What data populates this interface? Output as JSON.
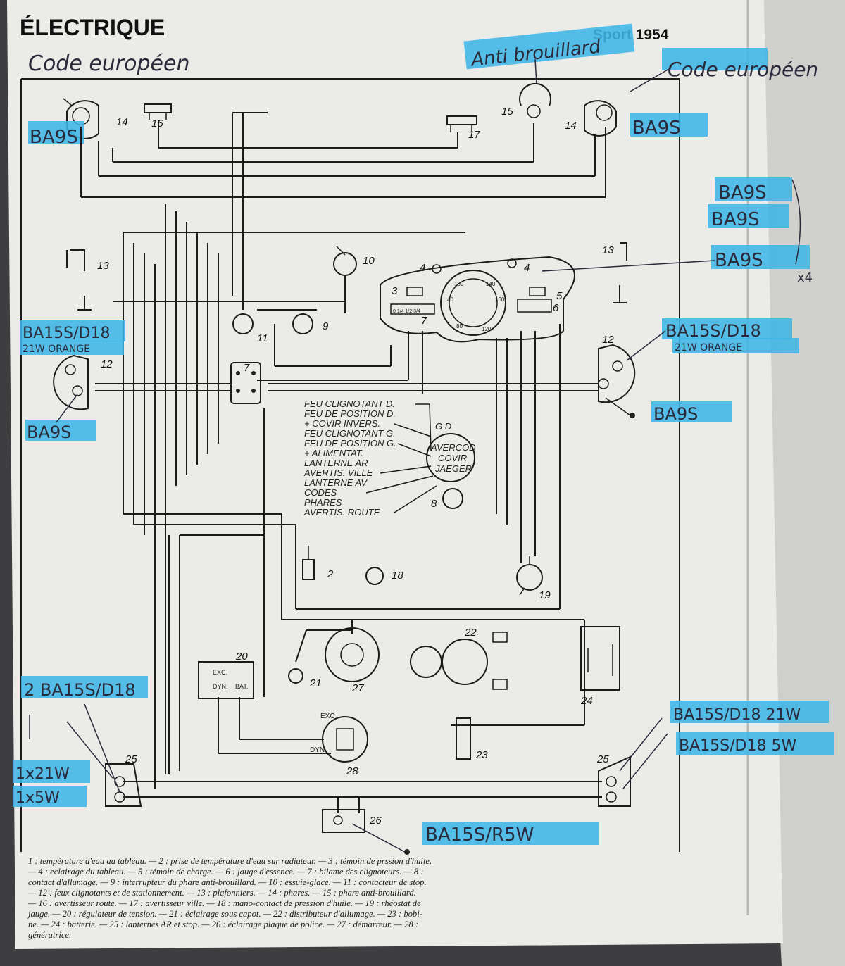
{
  "header": {
    "title": "ÉLECTRIQUE",
    "subtitle": "Sport 1954"
  },
  "annotations": {
    "top_left": "Code européen",
    "anti_brouillard": "Anti brouillard",
    "code_europeen": "Code européen",
    "bulb_14_left": "BA9S",
    "bulb_14_right": "BA9S",
    "bulb_4_a": "BA9S",
    "bulb_4_b": "BA9S",
    "bulb_4_c": "BA9S",
    "bulb_4_c_qty": "x4",
    "bulb_12_left_type": "BA15S/D18",
    "bulb_12_left_spec": "21W ORANGE",
    "bulb_12_left_small": "BA9S",
    "bulb_12_right_type": "BA15S/D18",
    "bulb_12_right_spec": "21W ORANGE",
    "bulb_12_right_small": "BA9S",
    "bulb_25_left": "2 BA15S/D18",
    "bulb_25_left_qty1": "1x21W",
    "bulb_25_left_qty2": "1x5W",
    "bulb_25_right_1": "BA15S/D18 21W",
    "bulb_25_right_2": "BA15S/D18 5W",
    "bulb_26": "BA15S/R5W"
  },
  "component_numbers": {
    "n14a": "14",
    "n16": "16",
    "n17": "17",
    "n15": "15",
    "n14b": "14",
    "n13a": "13",
    "n10": "10",
    "n13b": "13",
    "n4a": "4",
    "n4b": "4",
    "n3": "3",
    "n5": "5",
    "n6": "6",
    "n7g": "7",
    "n11": "11",
    "n9": "9",
    "n12a": "12",
    "n12b": "12",
    "n7": "7",
    "n8": "8",
    "n2": "2",
    "n18": "18",
    "n19": "19",
    "n20": "20",
    "n21": "21",
    "n27": "27",
    "n22": "22",
    "n24": "24",
    "n23": "23",
    "n28": "28",
    "n25a": "25",
    "n25b": "25",
    "n26": "26"
  },
  "gauge_marks": {
    "fuel_scale": "0 1/4 1/2 3/4",
    "s40": "40",
    "s80": "80",
    "s120": "120",
    "s160": "160",
    "s100": "100",
    "s140": "140",
    "exc": "EXC.",
    "dyn": "DYN.",
    "bat": "BAT.",
    "exc2": "EXC",
    "dyn2": "DYN"
  },
  "switch_box": {
    "brands": [
      "AVERCOD",
      "COVIR",
      "JAEGER"
    ],
    "pins": "G D",
    "wires": [
      "FEU CLIGNOTANT D.",
      "FEU DE POSITION D.",
      "+ COVIR INVERS.",
      "FEU CLIGNOTANT G.",
      "FEU DE POSITION G.",
      "+ ALIMENTAT.",
      "LANTERNE AR",
      "AVERTIS. VILLE",
      "LANTERNE AV",
      "CODES",
      "PHARES",
      "AVERTIS. ROUTE"
    ]
  },
  "legend": [
    "1 : température d'eau au tableau. — 2 : prise de température d'eau sur radiateur. — 3 : témoin de prssion d'huile.",
    "— 4 : eclairage du tableau. — 5 : témoin de charge. — 6 : jauge d'essence. — 7 : bilame des clignoteurs. — 8 :",
    "contact d'allumage. — 9 : interrupteur du phare anti-brouillard. — 10 : essuie-glace. — 11 : contacteur de stop.",
    "— 12 : feux clignotants et de stationnement. — 13 : plafonniers. — 14 : phares. — 15 : phare anti-brouillard.",
    "— 16 : avertisseur route. — 17 : avertisseur ville. — 18 : mano-contact de pression d'huile. — 19 : rhéostat de",
    "jauge. — 20 : régulateur de tension. — 21 : éclairage sous capot. — 22 : distributeur d'allumage. — 23 : bobi-",
    "ne. — 24 : batterie. — 25 : lanternes AR et stop. — 26 : éclairage plaque de police. — 27 : démarreur. — 28 :",
    "génératrice."
  ],
  "colors": {
    "highlighter": "#3fb6e6",
    "paper": "#e9e9e7",
    "ink": "#1b1b1b",
    "pen": "#2a2a3a"
  }
}
